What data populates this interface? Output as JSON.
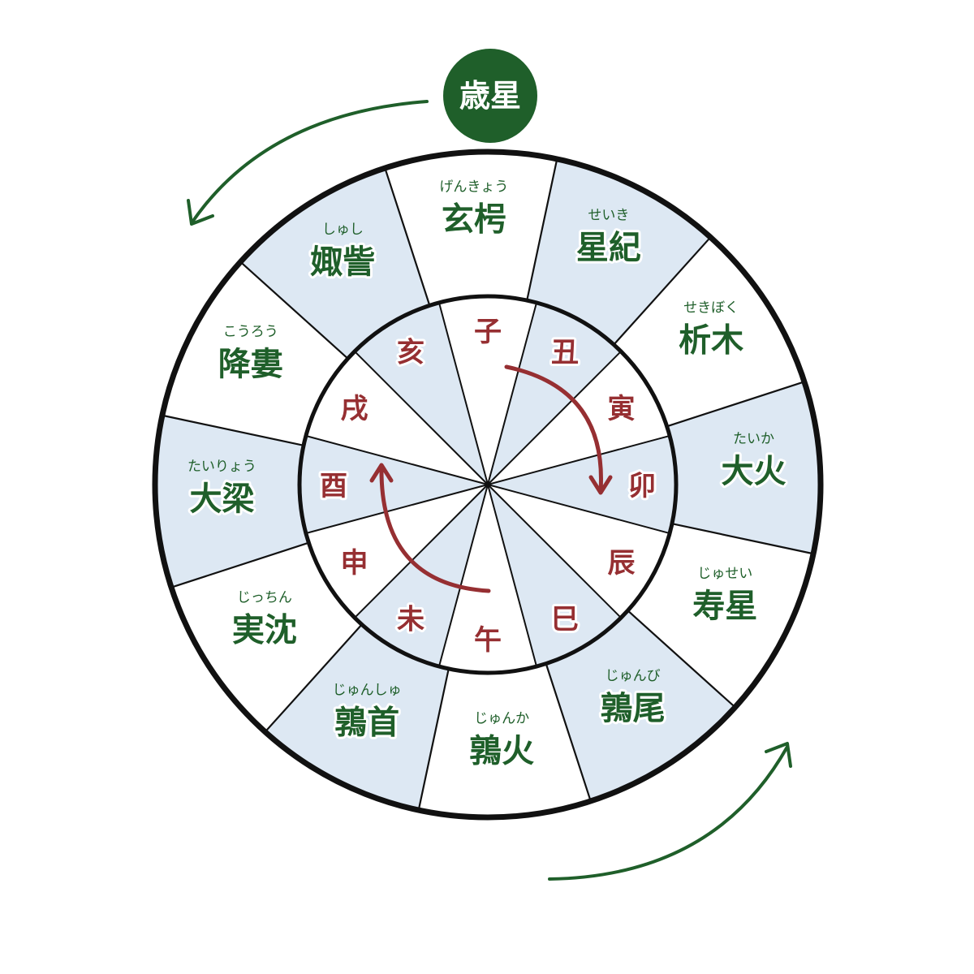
{
  "badge": {
    "label": "歳星"
  },
  "colors": {
    "green": "#1f5f2a",
    "red": "#962f32",
    "shade": "#dde8f3",
    "stroke": "#111111",
    "badge_fill": "#1f5f2a",
    "badge_text": "#ffffff"
  },
  "outer_ring": {
    "sectors": [
      {
        "kanji": "玄枵",
        "reading": "げんきょう",
        "shaded": false
      },
      {
        "kanji": "星紀",
        "reading": "せいき",
        "shaded": true
      },
      {
        "kanji": "析木",
        "reading": "せきぼく",
        "shaded": false
      },
      {
        "kanji": "大火",
        "reading": "たいか",
        "shaded": true
      },
      {
        "kanji": "寿星",
        "reading": "じゅせい",
        "shaded": false
      },
      {
        "kanji": "鶉尾",
        "reading": "じゅんび",
        "shaded": true
      },
      {
        "kanji": "鶉火",
        "reading": "じゅんか",
        "shaded": false
      },
      {
        "kanji": "鶉首",
        "reading": "じゅんしゅ",
        "shaded": true
      },
      {
        "kanji": "実沈",
        "reading": "じっちん",
        "shaded": false
      },
      {
        "kanji": "大梁",
        "reading": "たいりょう",
        "shaded": true
      },
      {
        "kanji": "降婁",
        "reading": "こうろう",
        "shaded": false
      },
      {
        "kanji": "娵訾",
        "reading": "しゅし",
        "shaded": true
      }
    ]
  },
  "inner_ring": {
    "sectors": [
      {
        "label": "子",
        "shaded": false
      },
      {
        "label": "丑",
        "shaded": true
      },
      {
        "label": "寅",
        "shaded": false
      },
      {
        "label": "卯",
        "shaded": true
      },
      {
        "label": "辰",
        "shaded": false
      },
      {
        "label": "巳",
        "shaded": true
      },
      {
        "label": "午",
        "shaded": false
      },
      {
        "label": "未",
        "shaded": true
      },
      {
        "label": "申",
        "shaded": false
      },
      {
        "label": "酉",
        "shaded": true
      },
      {
        "label": "戌",
        "shaded": false
      },
      {
        "label": "亥",
        "shaded": true
      }
    ]
  },
  "arrows": {
    "outer_direction": "counterclockwise",
    "inner_direction": "clockwise"
  }
}
